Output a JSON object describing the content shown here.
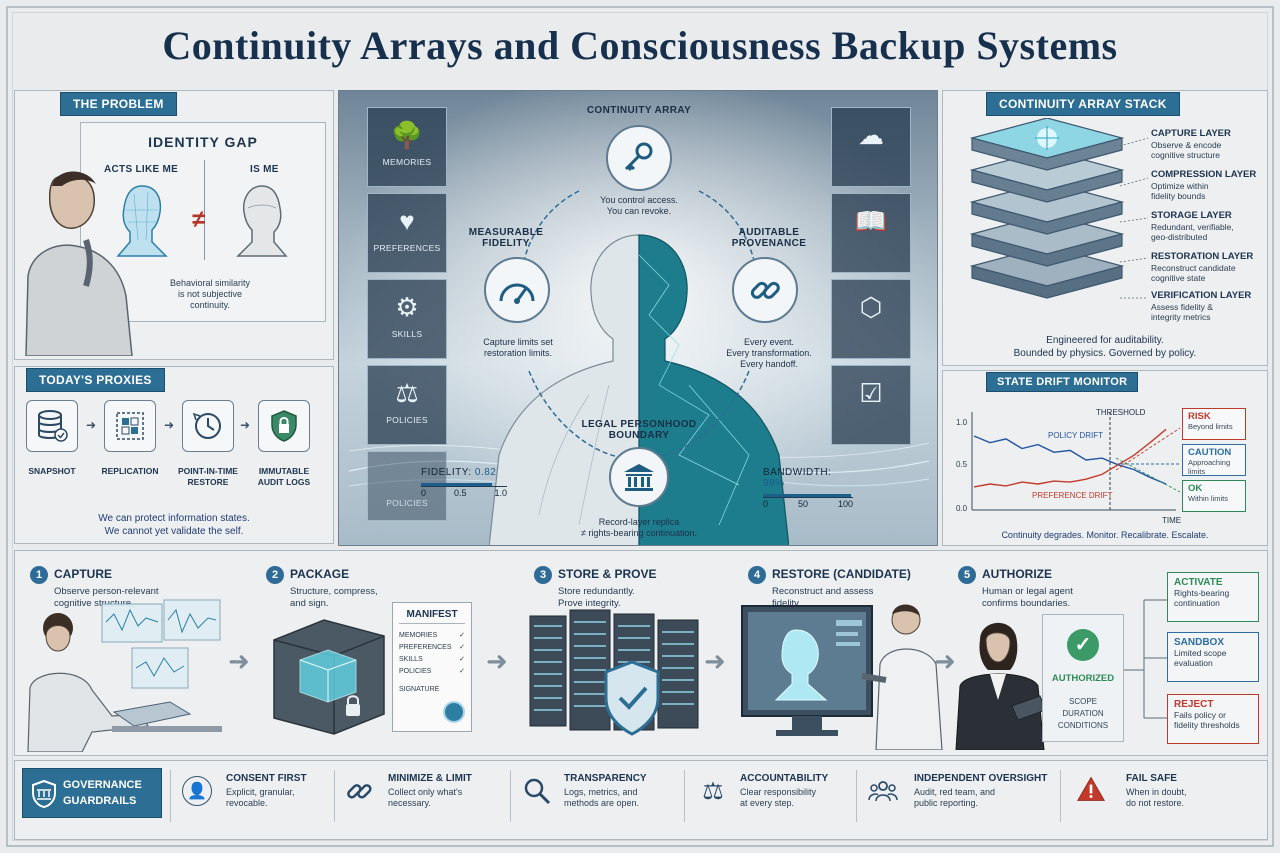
{
  "title": "Continuity Arrays and Consciousness Backup Systems",
  "problem": {
    "tag": "THE PROBLEM",
    "gap_title": "IDENTITY GAP",
    "left_label": "ACTS LIKE ME",
    "right_label": "IS ME",
    "neq": "≠",
    "caption_line1": "Behavioral similarity",
    "caption_line2": "is not subjective",
    "caption_line3": "continuity."
  },
  "proxies": {
    "tag": "TODAY'S PROXIES",
    "items": [
      {
        "icon": "database-icon",
        "label": "SNAPSHOT",
        "label2": ""
      },
      {
        "icon": "grid-icon",
        "label": "REPLICATION",
        "label2": ""
      },
      {
        "icon": "clock-icon",
        "label": "POINT-IN-TIME",
        "label2": "RESTORE"
      },
      {
        "icon": "shield-lock-icon",
        "label": "IMMUTABLE",
        "label2": "AUDIT LOGS"
      }
    ],
    "footer_line1": "We can protect information states.",
    "footer_line2": "We cannot yet validate the self."
  },
  "center": {
    "shelves_left": [
      "MEMORIES",
      "PREFERENCES",
      "SKILLS",
      "POLICIES",
      "POLICIES"
    ],
    "array_title": "CONTINUITY ARRAY",
    "array_desc1": "You control access.",
    "array_desc2": "You can revoke.",
    "fidelity_title1": "MEASURABLE",
    "fidelity_title2": "FIDELITY",
    "fidelity_desc1": "Capture limits set",
    "fidelity_desc2": "restoration limits.",
    "prov_title1": "AUDITABLE",
    "prov_title2": "PROVENANCE",
    "prov_desc1": "Every event.",
    "prov_desc2": "Every transformation.",
    "prov_desc3": "Every handoff.",
    "legal_title1": "LEGAL PERSONHOOD",
    "legal_title2": "BOUNDARY",
    "legal_desc1": "Record-layer replica",
    "legal_desc2": "≠ rights-bearing continuation.",
    "fidelity_meter": {
      "label": "FIDELITY:",
      "value": "0.82",
      "ticks": [
        "0",
        "0.5",
        "1.0"
      ],
      "fraction": 0.82
    },
    "bandwidth_meter": {
      "label": "BANDWIDTH:",
      "value": "98%",
      "ticks": [
        "0",
        "50",
        "100"
      ],
      "fraction": 0.98
    }
  },
  "stack": {
    "tag": "CONTINUITY ARRAY STACK",
    "layers": [
      {
        "title": "CAPTURE LAYER",
        "desc1": "Observe & encode",
        "desc2": "cognitive structure",
        "desc3": ""
      },
      {
        "title": "COMPRESSION LAYER",
        "desc1": "Optimize within",
        "desc2": "fidelity bounds",
        "desc3": ""
      },
      {
        "title": "STORAGE LAYER",
        "desc1": "Redundant, verifiable,",
        "desc2": "geo-distributed",
        "desc3": ""
      },
      {
        "title": "RESTORATION LAYER",
        "desc1": "Reconstruct candidate",
        "desc2": "cognitive state",
        "desc3": ""
      },
      {
        "title": "VERIFICATION LAYER",
        "desc1": "Assess fidelity &",
        "desc2": "integrity metrics",
        "desc3": ""
      }
    ],
    "footer_line1": "Engineered for auditability.",
    "footer_line2": "Bounded by physics. Governed by policy."
  },
  "drift": {
    "tag": "STATE DRIFT MONITOR",
    "threshold_label": "THRESHOLD",
    "policy_drift": "POLICY DRIFT",
    "preference_drift": "PREFERENCE DRIFT",
    "y_ticks": [
      "1.0",
      "0.5",
      "0.0"
    ],
    "x_label": "TIME",
    "boxes": [
      {
        "title": "RISK",
        "desc": "Beyond limits",
        "color": "#c0392b"
      },
      {
        "title": "CAUTION",
        "desc": "Approaching limits",
        "color": "#2c6ea3"
      },
      {
        "title": "OK",
        "desc": "Within limits",
        "color": "#2e8b57"
      }
    ],
    "footer": "Continuity degrades. Monitor. Recalibrate. Escalate.",
    "chart_data": {
      "type": "line",
      "ylim": [
        0,
        1
      ],
      "series": [
        {
          "name": "POLICY DRIFT",
          "color": "#2255a4",
          "values": [
            0.75,
            0.68,
            0.72,
            0.62,
            0.66,
            0.58,
            0.6,
            0.5,
            0.52,
            0.45,
            0.4,
            0.32,
            0.25
          ]
        },
        {
          "name": "PREFERENCE DRIFT",
          "color": "#c23b2c",
          "values": [
            0.22,
            0.25,
            0.23,
            0.27,
            0.25,
            0.28,
            0.27,
            0.3,
            0.35,
            0.45,
            0.55,
            0.68,
            0.82
          ]
        }
      ],
      "threshold_index": 8.5
    }
  },
  "steps": [
    {
      "num": "1",
      "title": "CAPTURE",
      "desc1": "Observe person-relevant",
      "desc2": "cognitive structure.",
      "desc3": ""
    },
    {
      "num": "2",
      "title": "PACKAGE",
      "desc1": "Structure, compress,",
      "desc2": "and sign.",
      "desc3": ""
    },
    {
      "num": "3",
      "title": "STORE & PROVE",
      "desc1": "Store redundantly.",
      "desc2": "Prove integrity.",
      "desc3": ""
    },
    {
      "num": "4",
      "title": "RESTORE (CANDIDATE)",
      "desc1": "Reconstruct and assess",
      "desc2": "fidelity.",
      "desc3": ""
    },
    {
      "num": "5",
      "title": "AUTHORIZE",
      "desc1": "Human or legal agent",
      "desc2": "confirms boundaries.",
      "desc3": ""
    }
  ],
  "manifest": {
    "title": "MANIFEST",
    "items": [
      "MEMORIES",
      "PREFERENCES",
      "SKILLS",
      "POLICIES"
    ],
    "signature": "SIGNATURE"
  },
  "authorized": {
    "label": "AUTHORIZED",
    "items": [
      "SCOPE",
      "DURATION",
      "CONDITIONS"
    ]
  },
  "outcomes": [
    {
      "title": "ACTIVATE",
      "desc1": "Rights-bearing",
      "desc2": "continuation",
      "color": "#2e8b57"
    },
    {
      "title": "SANDBOX",
      "desc1": "Limited scope",
      "desc2": "evaluation",
      "color": "#2c6ea3"
    },
    {
      "title": "REJECT",
      "desc1": "Fails policy or",
      "desc2": "fidelity thresholds",
      "color": "#c0392b"
    }
  ],
  "governance": {
    "badge1": "GOVERNANCE",
    "badge2": "GUARDRAILS",
    "items": [
      {
        "icon": "person-icon",
        "title": "CONSENT FIRST",
        "desc1": "Explicit, granular,",
        "desc2": "revocable."
      },
      {
        "icon": "link-icon",
        "title": "MINIMIZE & LIMIT",
        "desc1": "Collect only what's",
        "desc2": "necessary."
      },
      {
        "icon": "magnifier-icon",
        "title": "TRANSPARENCY",
        "desc1": "Logs, metrics, and",
        "desc2": "methods are open."
      },
      {
        "icon": "scales-icon",
        "title": "ACCOUNTABILITY",
        "desc1": "Clear responsibility",
        "desc2": "at every step."
      },
      {
        "icon": "group-icon",
        "title": "INDEPENDENT OVERSIGHT",
        "desc1": "Audit, red team, and",
        "desc2": "public reporting."
      },
      {
        "icon": "warning-icon",
        "title": "FAIL SAFE",
        "desc1": "When in doubt,",
        "desc2": "do not restore."
      }
    ]
  }
}
